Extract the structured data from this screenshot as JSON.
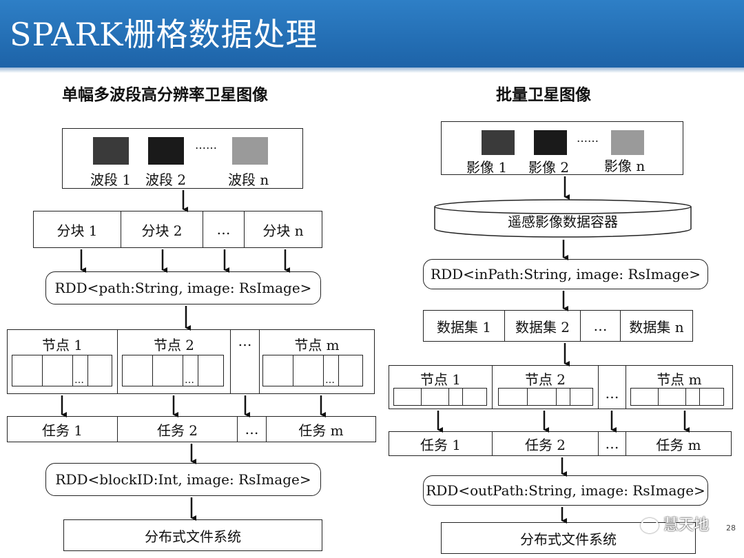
{
  "title": "SPARK栅格数据处理",
  "left": {
    "subtitle": "单幅多波段高分辨率卫星图像",
    "bands": [
      "波段 1",
      "波段 2",
      "波段 n"
    ],
    "band_ellipsis": "……",
    "chunks": [
      "分块 1",
      "分块 2",
      "…",
      "分块 n"
    ],
    "rdd1": "RDD<path:String, image: RsImage>",
    "nodes": [
      "节点 1",
      "节点 2",
      "…",
      "节点 m"
    ],
    "inner_ellipsis": "…",
    "tasks": [
      "任务 1",
      "任务 2",
      "…",
      "任务 m"
    ],
    "rdd2": "RDD<blockID:Int, image: RsImage>",
    "fs": "分布式文件系统"
  },
  "right": {
    "subtitle": "批量卫星图像",
    "images": [
      "影像 1",
      "影像 2",
      "影像 n"
    ],
    "image_ellipsis": "……",
    "container": "遥感影像数据容器",
    "rdd1": "RDD<inPath:String, image: RsImage>",
    "datasets": [
      "数据集 1",
      "数据集 2",
      "…",
      "数据集 n"
    ],
    "nodes": [
      "节点 1",
      "节点 2",
      "…",
      "节点 m"
    ],
    "tasks": [
      "任务 1",
      "任务 2",
      "…",
      "任务 m"
    ],
    "rdd2": "RDD<outPath:String, image: RsImage>",
    "fs": "分布式文件系统"
  },
  "watermark": "慧天地",
  "page_number": "28",
  "colors": {
    "header": "#1d63a8",
    "thumb_band1": "#3a3a3a",
    "thumb_band2": "#1a1a1a",
    "thumb_bandn": "#9a9a9a"
  }
}
